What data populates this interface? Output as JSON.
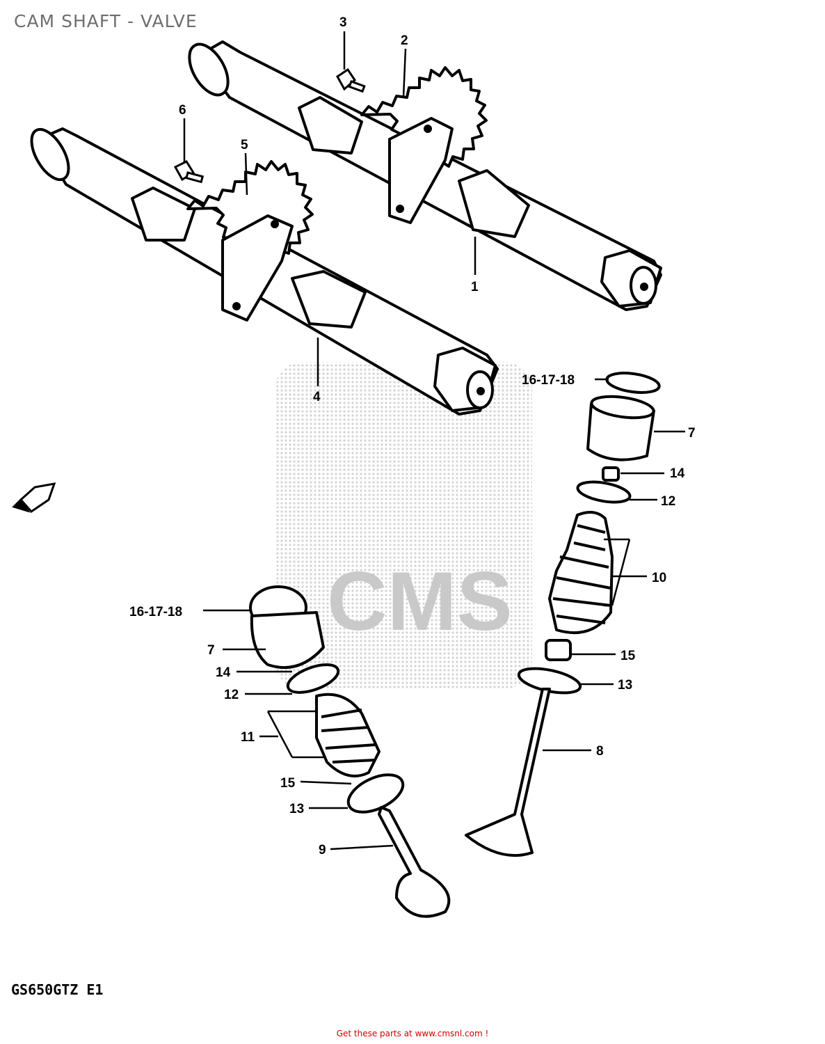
{
  "title": "CAM SHAFT - VALVE",
  "model_code": "GS650GTZ E1",
  "footer": "Get these parts at www.cmsnl.com !",
  "watermark": "CMS",
  "colors": {
    "title": "#6e6e6e",
    "footer": "#cc0000",
    "ink": "#000000",
    "watermark": "#d0d0d0"
  },
  "parts": {
    "p1": "1",
    "p2": "2",
    "p3": "3",
    "p4": "4",
    "p5": "5",
    "p6": "6",
    "p7": "7",
    "p8": "8",
    "p9": "9",
    "p10": "10",
    "p11": "11",
    "p12": "12",
    "p13": "13",
    "p14": "14",
    "p15": "15",
    "p16_17_18": "16-17-18"
  },
  "front_arrow_icon": "front-arrow-icon"
}
